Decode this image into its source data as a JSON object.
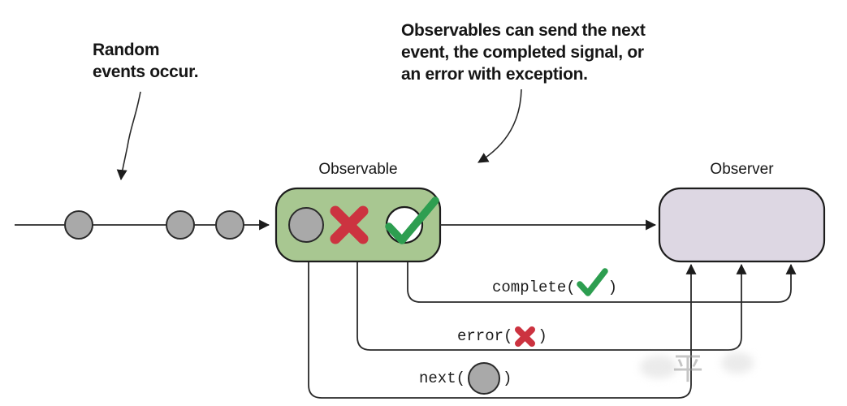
{
  "annotations": {
    "random_events": "Random\nevents occur.",
    "observable_capabilities": "Observables can send the next\nevent, the completed signal, or\nan error with exception."
  },
  "nodes": {
    "observable": {
      "label": "Observable"
    },
    "observer": {
      "label": "Observer"
    }
  },
  "timeline": {
    "event_count": 3
  },
  "emissions": {
    "complete": {
      "prefix": "complete(",
      "suffix": ")",
      "symbol": "green-checkmark"
    },
    "error": {
      "prefix": "error(",
      "suffix": ")",
      "symbol": "red-x"
    },
    "next": {
      "prefix": "next(",
      "suffix": ")",
      "symbol": "gray-event-circle"
    }
  },
  "watermark": "平",
  "colors": {
    "observable_fill": "#a8c791",
    "observer_fill": "#ddd7e3",
    "event_circle_fill": "#a9a9a9",
    "error_red": "#cc3340",
    "check_green": "#2d9e50",
    "line": "#2a2a2a"
  }
}
